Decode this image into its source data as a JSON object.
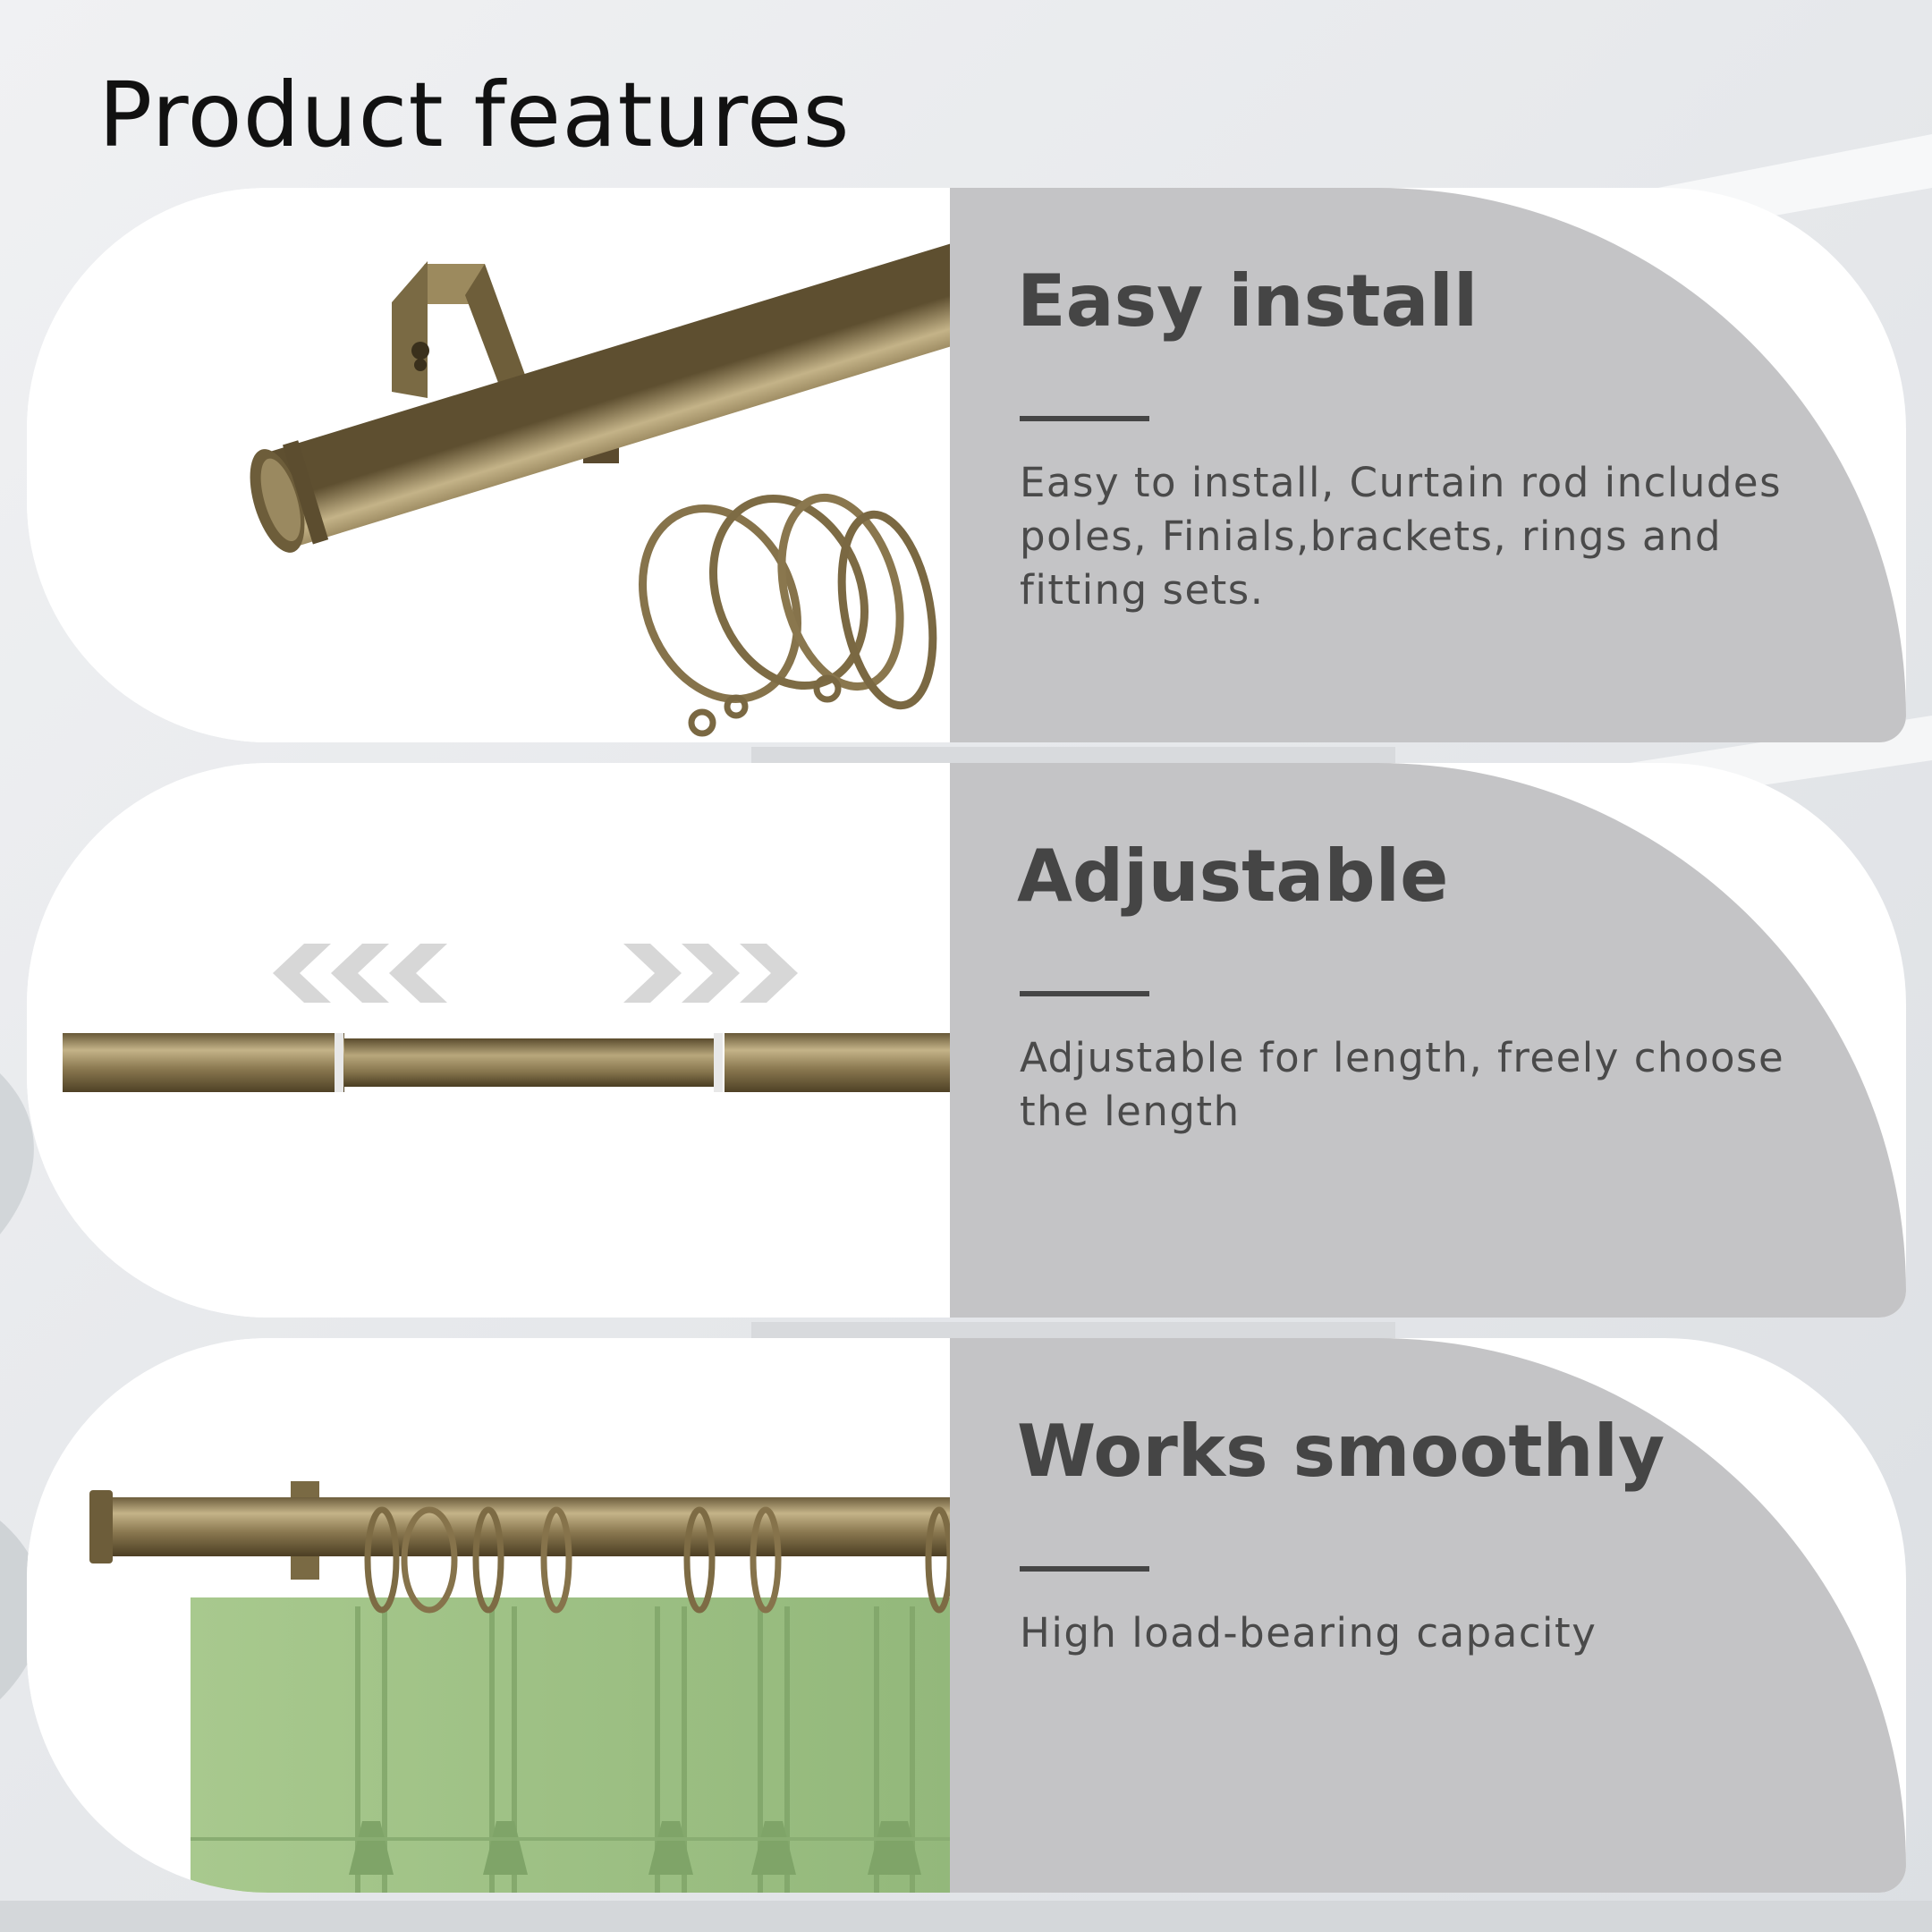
{
  "page": {
    "title": "Product features"
  },
  "colors": {
    "panel_background": "#c4c4c6",
    "heading_text": "#454545",
    "body_text": "#4a4a4a",
    "rod_bronze": "#8c7a52",
    "curtain_green": "#9dc084",
    "arrow_grey": "#d7d7d7"
  },
  "features": [
    {
      "title": "Easy install",
      "description": "Easy to install, Curtain rod includes poles, Finials,brackets, rings and fitting sets.",
      "image": "curtain-rod-with-bracket-and-rings"
    },
    {
      "title": "Adjustable",
      "description": "Adjustable for length, freely choose the length",
      "image": "telescopic-rod-with-double-arrows"
    },
    {
      "title": "Works smoothly",
      "description": "High load-bearing capacity",
      "image": "rod-with-green-pleated-curtain"
    }
  ]
}
